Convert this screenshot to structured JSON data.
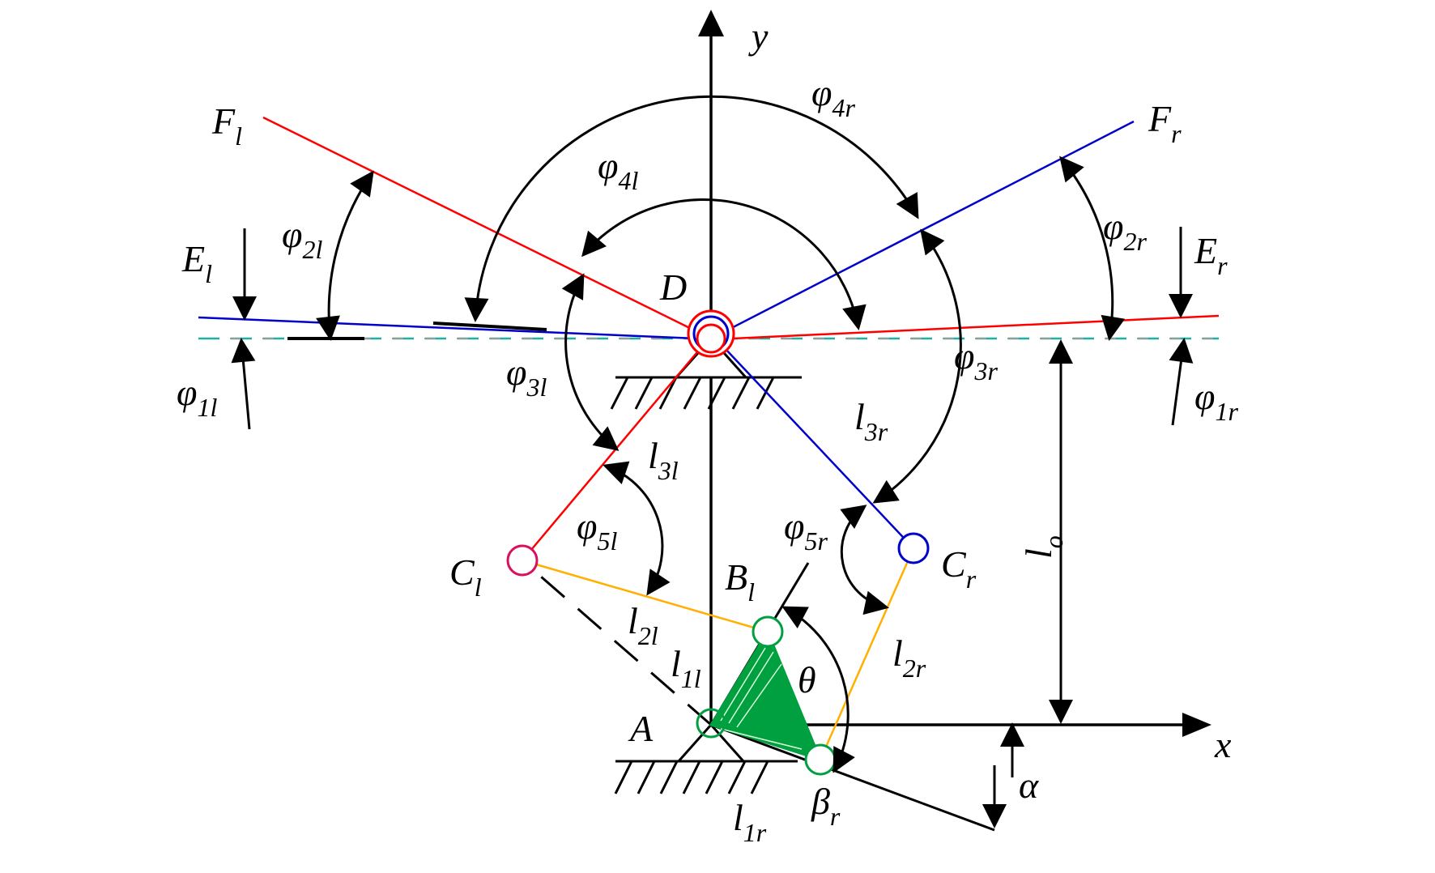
{
  "labels": {
    "y": "y",
    "x": "x",
    "D": "D",
    "A": "A",
    "F_l": {
      "main": "F",
      "sub": "l"
    },
    "F_r": {
      "main": "F",
      "sub": "r"
    },
    "E_l": {
      "main": "E",
      "sub": "l"
    },
    "E_r": {
      "main": "E",
      "sub": "r"
    },
    "C_l": {
      "main": "C",
      "sub": "l"
    },
    "C_r": {
      "main": "C",
      "sub": "r"
    },
    "B_l": {
      "main": "B",
      "sub": "l"
    },
    "phi_4r": {
      "main": "φ",
      "sub": "4r"
    },
    "phi_4l": {
      "main": "φ",
      "sub": "4l"
    },
    "phi_2l": {
      "main": "φ",
      "sub": "2l"
    },
    "phi_2r": {
      "main": "φ",
      "sub": "2r"
    },
    "phi_1l": {
      "main": "φ",
      "sub": "1l"
    },
    "phi_1r": {
      "main": "φ",
      "sub": "1r"
    },
    "phi_3l": {
      "main": "φ",
      "sub": "3l"
    },
    "phi_3r": {
      "main": "φ",
      "sub": "3r"
    },
    "phi_5l": {
      "main": "φ",
      "sub": "5l"
    },
    "phi_5r": {
      "main": "φ",
      "sub": "5r"
    },
    "l_3l": {
      "main": "l",
      "sub": "3l"
    },
    "l_3r": {
      "main": "l",
      "sub": "3r"
    },
    "l_2l": {
      "main": "l",
      "sub": "2l"
    },
    "l_2r": {
      "main": "l",
      "sub": "2r"
    },
    "l_1l": {
      "main": "l",
      "sub": "1l"
    },
    "l_1r": {
      "main": "l",
      "sub": "1r"
    },
    "l_o": {
      "main": "l",
      "sub": "o"
    },
    "theta": "θ",
    "alpha": "α",
    "beta_r": {
      "main": "β",
      "sub": "r"
    }
  },
  "colors": {
    "left_link": "#ff0000",
    "right_link": "#0000cc",
    "coupler": "#ffb000",
    "crank": "#00a040",
    "centerline": "#20b0a0",
    "axis": "#000000"
  }
}
